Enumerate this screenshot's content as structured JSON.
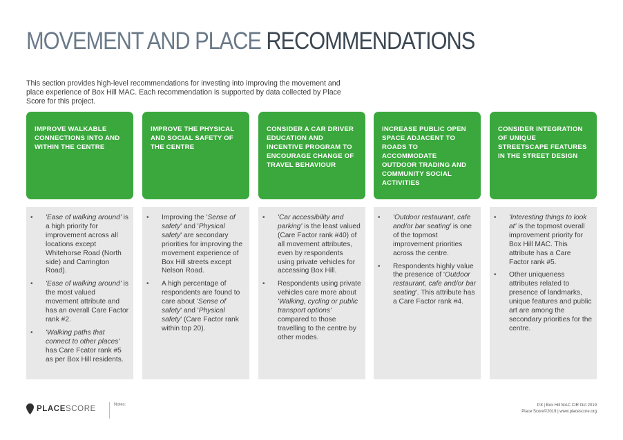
{
  "header": {
    "title_part1": "MOVEMENT AND PLACE",
    "title_part2": "RECOMMENDATIONS"
  },
  "intro": "This section provides high-level recommendations for investing into improving the movement and place experience of Box Hill MAC. Each recommendation is supported by data collected by Place Score for this project.",
  "colors": {
    "accent_green": "#3aa83c",
    "panel_grey": "#e8e8e8",
    "title_light": "#6a7a89",
    "title_dark": "#3b4752"
  },
  "recommendations": [
    {
      "title": "IMPROVE WALKABLE CONNECTIONS INTO AND WITHIN THE CENTRE",
      "points": [
        [
          {
            "i": "'Ease of walking around'"
          },
          {
            "t": " is a high priority for improvement across all locations except Whitehorse Road (North side) and Carrington Road)."
          }
        ],
        [
          {
            "i": "'Ease of walking around'"
          },
          {
            "t": " is the most valued movement attribute and has an overall Care Factor rank #2."
          }
        ],
        [
          {
            "i": "'Walking paths that connect to other places'"
          },
          {
            "t": " has Care Fcator rank #5 as per Box Hill residents."
          }
        ]
      ]
    },
    {
      "title": "IMPROVE THE PHYSICAL AND SOCIAL SAFETY OF THE CENTRE",
      "points": [
        [
          {
            "t": "Improving the '"
          },
          {
            "i": "Sense of safety"
          },
          {
            "t": "' and '"
          },
          {
            "i": "Physical safety"
          },
          {
            "t": "' are secondary priorities for improving the movement experience of Box Hill streets except Nelson Road."
          }
        ],
        [
          {
            "t": "A high percentage of respondents are found to care about '"
          },
          {
            "i": "Sense of safety"
          },
          {
            "t": "' and '"
          },
          {
            "i": "Physical safety"
          },
          {
            "t": "' (Care Factor rank within top 20)."
          }
        ]
      ]
    },
    {
      "title": "CONSIDER A CAR DRIVER EDUCATION AND INCENTIVE PROGRAM TO ENCOURAGE CHANGE OF TRAVEL BEHAVIOUR",
      "points": [
        [
          {
            "i": "'Car accessibility and parking'"
          },
          {
            "t": " is the least valued (Care Factor rank #40) of all movement attributes, even by respondents using private vehicles for accessing Box Hill."
          }
        ],
        [
          {
            "t": "Respondents using private vehicles care more about "
          },
          {
            "i": "'Walking, cycling or public transport options'"
          },
          {
            "t": " compared to those travelling to the centre by other modes."
          }
        ]
      ]
    },
    {
      "title": "INCREASE PUBLIC OPEN SPACE ADJACENT TO ROADS TO ACCOMMODATE OUTDOOR TRADING AND COMMUNITY SOCIAL ACTIVITIES",
      "points": [
        [
          {
            "i": "'Outdoor restaurant, cafe and/or bar seating'"
          },
          {
            "t": " is one of the topmost improvement priorities across the centre."
          }
        ],
        [
          {
            "t": "Respondents highly value the presence of '"
          },
          {
            "i": "Outdoor restaurant, cafe and/or bar seating"
          },
          {
            "t": "'. This attribute has a Care Factor rank #4."
          }
        ]
      ]
    },
    {
      "title": "CONSIDER INTEGRATION OF UNIQUE STREETSCAPE FEATURES IN THE STREET DESIGN",
      "points": [
        [
          {
            "i": "'Interesting things to look at'"
          },
          {
            "t": " is the topmost overall improvement priority for Box Hill MAC. This attribute has a Care Factor rank #5."
          }
        ],
        [
          {
            "t": "Other uniqueness attributes related to presence of landmarks, unique features and public art are among the secondary priorities for the centre."
          }
        ]
      ]
    }
  ],
  "footer": {
    "brand_bold": "PLACE",
    "brand_light": "SCORE",
    "notes_label": "Notes:",
    "page_info": "P.8   |   Box Hill MAC CIR Oct 2019",
    "copyright": "Place Score©2019   |   www.placescore.org"
  }
}
